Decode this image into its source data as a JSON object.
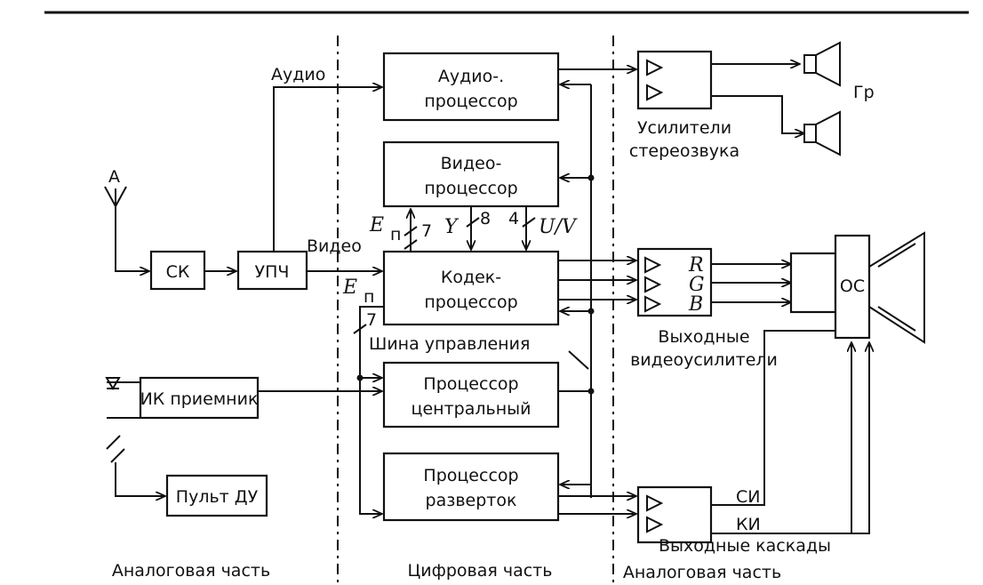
{
  "blocks": {
    "audio": [
      "Аудио-.",
      "процессор"
    ],
    "video": [
      "Видео-",
      "процессор"
    ],
    "codec": [
      "Кодек-",
      "процессор"
    ],
    "cpu": [
      "Процессор",
      "центральный"
    ],
    "scan": [
      "Процессор",
      "разверток"
    ],
    "sk": "СК",
    "upch": "УПЧ",
    "ir": "ИК приемник",
    "remote": "Пульт ДУ",
    "os": "ОС"
  },
  "labels": {
    "audio": "Аудио",
    "video": "Видео",
    "antenna": "А",
    "gr": "Гр",
    "stereo_amps": [
      "Усилители",
      "стереозвука"
    ],
    "video_amps": [
      "Выходные",
      "видеоусилители"
    ],
    "out_cascades": "Выходные каскады",
    "control_bus": "Шина управления",
    "si": "СИ",
    "ki": "КИ",
    "R": "R",
    "G": "G",
    "B": "B",
    "En": "E",
    "En_sub": "п",
    "Y": "Y",
    "UV": "U/V",
    "n7": "7",
    "n8": "8",
    "n4": "4",
    "n7b": "7"
  },
  "sections": {
    "left": "Аналоговая часть",
    "middle": "Цифровая часть",
    "right": "Аналоговая часть"
  }
}
